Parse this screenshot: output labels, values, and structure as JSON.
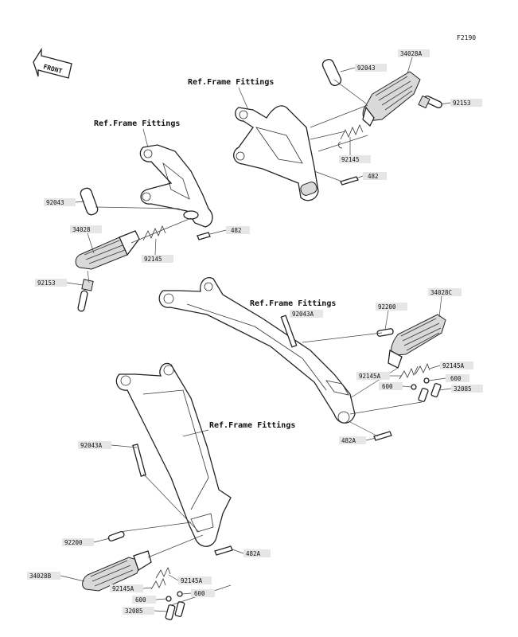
{
  "diagram_code": "F2190",
  "front_label": "FRONT",
  "ref_labels": [
    "Ref.Frame Fittings",
    "Ref.Frame Fittings",
    "Ref.Frame Fittings",
    "Ref.Frame Fittings"
  ],
  "parts": {
    "p01": "92043",
    "p02": "34028A",
    "p03": "92153",
    "p04": "92145",
    "p05": "482",
    "p06": "92043",
    "p07": "34028",
    "p08": "482",
    "p09": "92145",
    "p10": "92153",
    "p11": "92200",
    "p12": "34028C",
    "p13": "92043A",
    "p14": "92145A",
    "p15": "92145A",
    "p16": "600",
    "p17": "600",
    "p18": "32085",
    "p19": "482A",
    "p20": "92043A",
    "p21": "92200",
    "p22": "482A",
    "p23": "34028B",
    "p24": "92145A",
    "p25": "92145A",
    "p26": "600",
    "p27": "600",
    "p28": "32085"
  }
}
